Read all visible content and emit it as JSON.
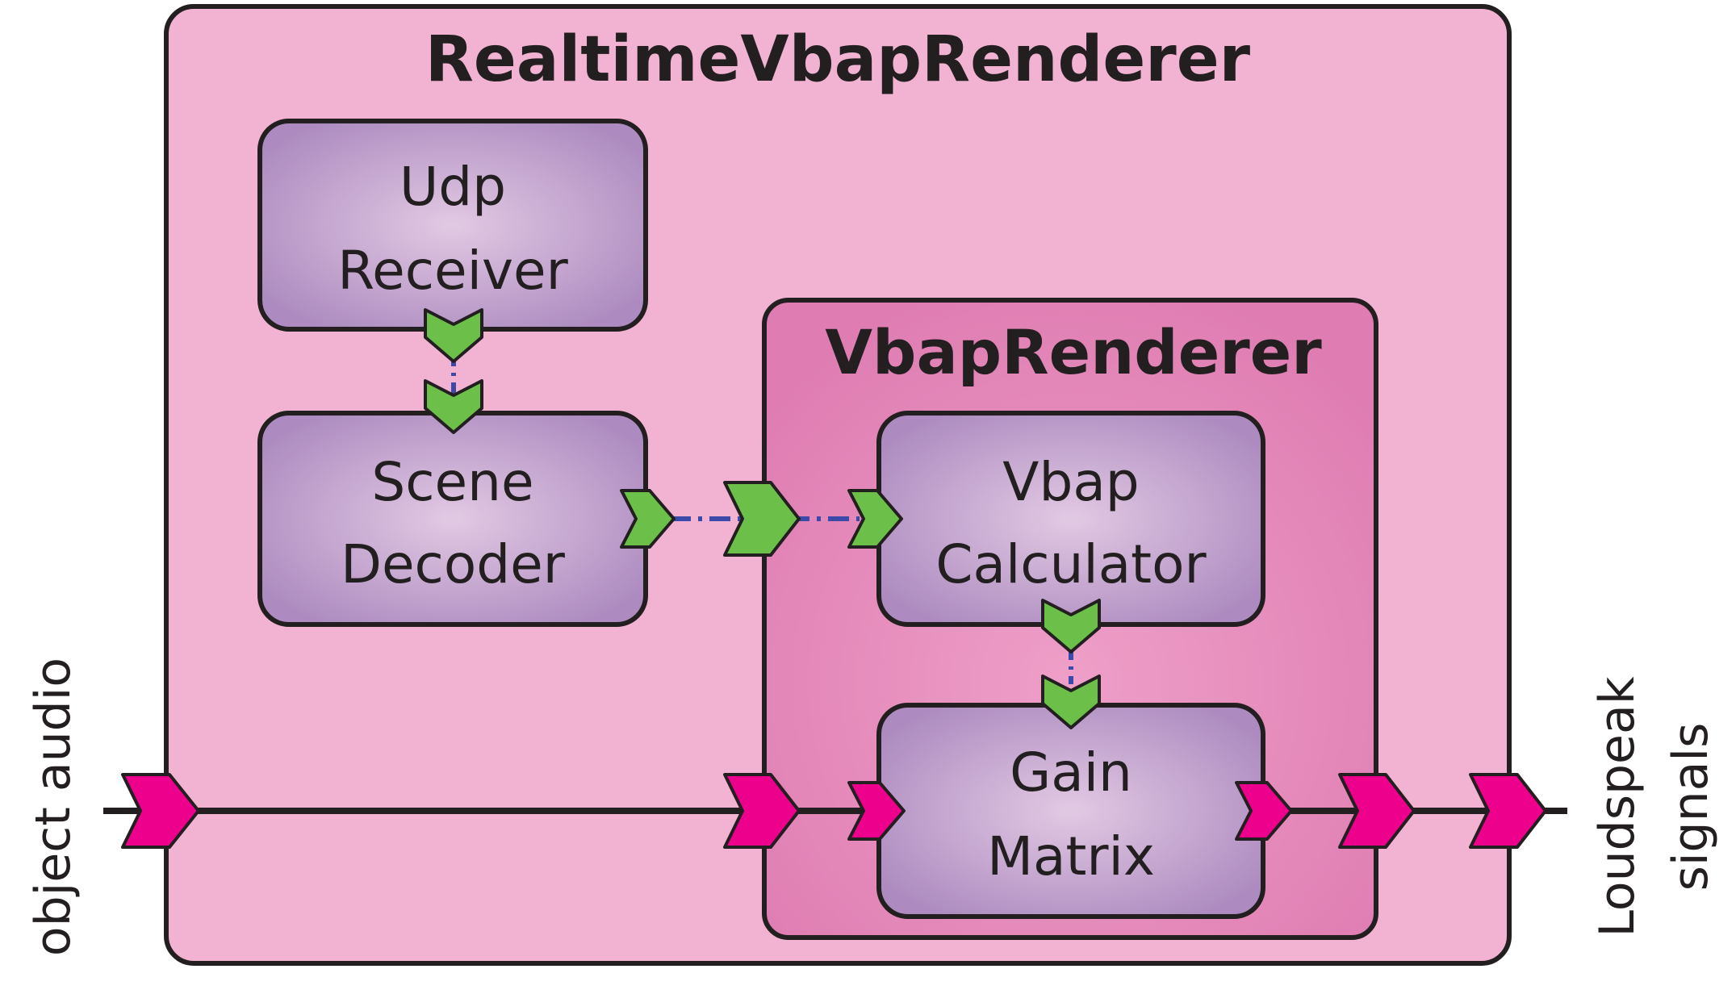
{
  "outer_component": {
    "title": "RealtimeVbapRenderer"
  },
  "inner_component": {
    "title": "VbapRenderer"
  },
  "components": {
    "udp_receiver": {
      "line1": "Udp",
      "line2": "Receiver"
    },
    "scene_decoder": {
      "line1": "Scene",
      "line2": "Decoder"
    },
    "vbap_calculator": {
      "line1": "Vbap",
      "line2": "Calculator"
    },
    "gain_matrix": {
      "line1": "Gain",
      "line2": "Matrix"
    }
  },
  "external_labels": {
    "input": "object audio",
    "output_line1": "Loudspeak",
    "output_line2": "signals"
  },
  "colors": {
    "outer_fill": "#f2b3d2",
    "inner_fill": "#e282b5",
    "component_fill": "#b596c9",
    "component_center": "#e2c9e3",
    "control_port": "#6cc04a",
    "audio_port": "#ec008c",
    "control_connection": "#3b4aa8",
    "audio_connection": "#231f20",
    "outline": "#231f20"
  }
}
